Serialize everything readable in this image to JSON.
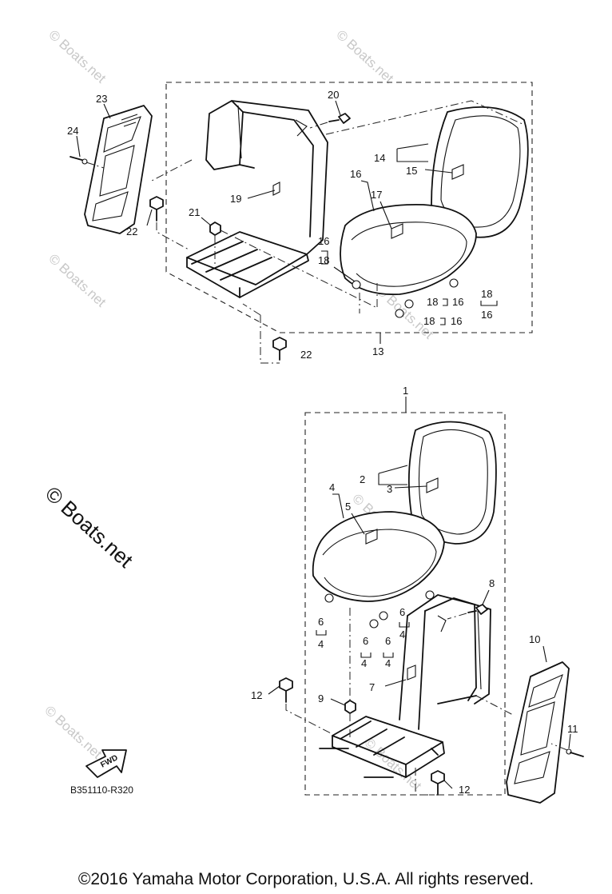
{
  "diagram_code": "B351110-R320",
  "copyright": "©2016 Yamaha Motor Corporation, U.S.A. All rights reserved.",
  "watermark": "© Boats.net",
  "fwd_label": "FWD",
  "callouts": {
    "c1": "1",
    "c2": "2",
    "c3": "3",
    "c4": "4",
    "c5": "5",
    "c6a": "6",
    "c6b": "6",
    "c6c": "6",
    "c6d": "6",
    "c4a": "4",
    "c4b": "4",
    "c4c": "4",
    "c4d": "4",
    "c7": "7",
    "c8": "8",
    "c9": "9",
    "c10": "10",
    "c11": "11",
    "c12a": "12",
    "c12b": "12",
    "c13": "13",
    "c14": "14",
    "c15": "15",
    "c16a": "16",
    "c16b": "16",
    "c16c": "16",
    "c16d": "16",
    "c16e": "16",
    "c17": "17",
    "c18a": "18",
    "c18b": "18",
    "c18c": "18",
    "c18d": "18",
    "c19": "19",
    "c20": "20",
    "c21": "21",
    "c22a": "22",
    "c22b": "22",
    "c23": "23",
    "c24": "24"
  }
}
